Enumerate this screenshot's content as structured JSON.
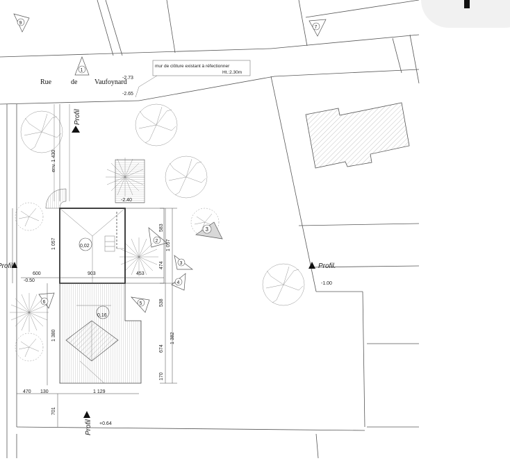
{
  "street": {
    "w1": "Rue",
    "w2": "de",
    "w3": "Vaufoynard"
  },
  "note": {
    "line1": "mur de clôture existant à réfectionner",
    "line2": "Ht.:2.30m"
  },
  "levels": {
    "l1": "-2.73",
    "l2": "-2.65",
    "l3": "-2.40",
    "l4": "-0.50",
    "l5": "-1.00",
    "l6": "+0.64"
  },
  "profil_label": "Profil.",
  "profil_label_short": "Profil",
  "markers": [
    "9",
    "7",
    "1",
    "2",
    "3",
    "3",
    "4",
    "5",
    "6"
  ],
  "heights": {
    "h1": "0,02",
    "h2": "0,16"
  },
  "dims": {
    "env": "env. 1 430",
    "d1057a": "1 057",
    "d1057b": "1 057",
    "d600": "600",
    "d903": "903",
    "d453": "453",
    "d583": "583",
    "d474": "474",
    "d538": "538",
    "d674": "674",
    "d170": "170",
    "d1382": "1 382",
    "d1380": "1 380",
    "d470": "470",
    "d130": "130",
    "d1129": "1 129",
    "d701": "701"
  },
  "colors": {
    "line": "#555555",
    "hatch": "#8a8a8a",
    "badge": "#f1f1f1"
  }
}
